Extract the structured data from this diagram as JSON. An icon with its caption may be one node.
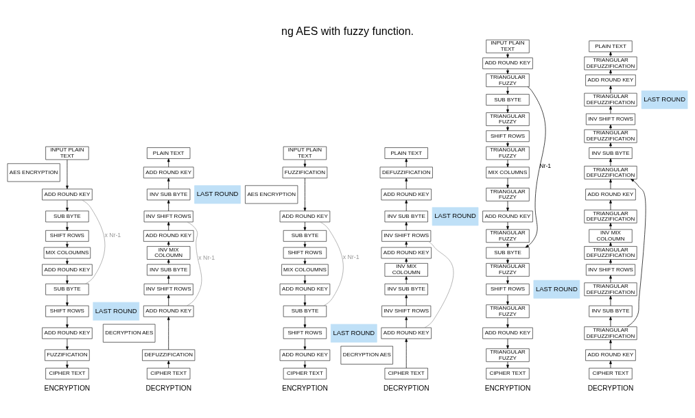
{
  "diagram": {
    "title": "ng AES with fuzzy function.",
    "nodes": [
      {
        "text": [
          "INPUT PLAIN TEXT"
        ]
      },
      {
        "text": [
          "AES ENCRYPTION"
        ]
      },
      {
        "text": [
          "ADD ROUND KEY"
        ]
      },
      {
        "text": [
          "SUB BYTE"
        ]
      },
      {
        "text": [
          "SHIFT ROWS"
        ]
      },
      {
        "text": [
          "MIX COLOUMNS"
        ]
      },
      {
        "text": [
          "ADD ROUND KEY"
        ]
      },
      {
        "text": [
          "SUB BYTE"
        ]
      },
      {
        "text": [
          "SHIFT ROWS"
        ]
      },
      {
        "text": [
          "ADD ROUND KEY"
        ]
      },
      {
        "text": [
          "FUZZIFICATION"
        ]
      },
      {
        "text": [
          "CIPHER TEXT"
        ]
      },
      {
        "text": [
          "LAST ROUND"
        ]
      },
      {
        "text": [
          "PLAIN TEXT"
        ]
      },
      {
        "text": [
          "ADD ROUND KEY"
        ]
      },
      {
        "text": [
          "INV SUB BYTE"
        ]
      },
      {
        "text": [
          "INV SHIFT ROWS"
        ]
      },
      {
        "text": [
          "LAST ROUND"
        ]
      },
      {
        "text": [
          "ADD ROUND KEY"
        ]
      },
      {
        "text": [
          "INV MIX COLOUMN"
        ]
      },
      {
        "text": [
          "INV SUB BYTE"
        ]
      },
      {
        "text": [
          "INV SHIFT ROWS"
        ]
      },
      {
        "text": [
          "ADD ROUND KEY"
        ]
      },
      {
        "text": [
          "DECRYPTION AES"
        ]
      },
      {
        "text": [
          "DEFUZZIFICATION"
        ]
      },
      {
        "text": [
          "CIPHER TEXT"
        ]
      },
      {
        "text": [
          "INPUT PLAIN TEXT"
        ]
      },
      {
        "text": [
          "FUZZIFICATION"
        ]
      },
      {
        "text": [
          "AES ENCRYPTION"
        ]
      },
      {
        "text": [
          "ADD ROUND KEY"
        ]
      },
      {
        "text": [
          "SUB BYTE"
        ]
      },
      {
        "text": [
          "SHIFT ROWS"
        ]
      },
      {
        "text": [
          "MIX COLOUMNS"
        ]
      },
      {
        "text": [
          "ADD ROUND KEY"
        ]
      },
      {
        "text": [
          "SUB BYTE"
        ]
      },
      {
        "text": [
          "LAST ROUND"
        ]
      },
      {
        "text": [
          "SHIFT ROWS"
        ]
      },
      {
        "text": [
          "ADD ROUND KEY"
        ]
      },
      {
        "text": [
          "CIPHER TEXT"
        ]
      },
      {
        "text": [
          "PLAIN TEXT"
        ]
      },
      {
        "text": [
          "DEFUZZIFICATION"
        ]
      },
      {
        "text": [
          "ADD ROUND KEY"
        ]
      },
      {
        "text": [
          "LAST ROUND"
        ]
      },
      {
        "text": [
          "INV SUB BYTE"
        ]
      },
      {
        "text": [
          "INV SHIFT ROWS"
        ]
      },
      {
        "text": [
          "ADD ROUND KEY"
        ]
      },
      {
        "text": [
          "INV MIX COLOUMN"
        ]
      },
      {
        "text": [
          "INV SUB BYTE"
        ]
      },
      {
        "text": [
          "INV SHIFT ROWS"
        ]
      },
      {
        "text": [
          "ADD ROUND KEY"
        ]
      },
      {
        "text": [
          "DECRYPTION AES"
        ]
      },
      {
        "text": [
          "CIPHER TEXT"
        ]
      },
      {
        "text": [
          "INPUT PLAIN TEXT"
        ]
      },
      {
        "text": [
          "ADD ROUND KEY"
        ]
      },
      {
        "text": [
          "TRIANGULAR FUZZY"
        ]
      },
      {
        "text": [
          "SUB BYTE"
        ]
      },
      {
        "text": [
          "TRIANGULAR FUZZY"
        ]
      },
      {
        "text": [
          "SHIFT ROWS"
        ]
      },
      {
        "text": [
          "TRIANGULAR FUZZY"
        ]
      },
      {
        "text": [
          "MIX COLUMNS"
        ]
      },
      {
        "text": [
          "TRIANGULAR FUZZY"
        ]
      },
      {
        "text": [
          "ADD ROUND KEY"
        ]
      },
      {
        "text": [
          "TRIANGULAR FUZZY"
        ]
      },
      {
        "text": [
          "SUB BYTE"
        ]
      },
      {
        "text": [
          "TRIANGULAR FUZZY"
        ]
      },
      {
        "text": [
          "SHIFT ROWS"
        ]
      },
      {
        "text": [
          "LAST ROUND"
        ]
      },
      {
        "text": [
          "TRIANGULAR FUZZY"
        ]
      },
      {
        "text": [
          "ADD ROUND KEY"
        ]
      },
      {
        "text": [
          "TRIANGULAR FUZZY"
        ]
      },
      {
        "text": [
          "CIPHER TEXT"
        ]
      },
      {
        "text": [
          "PLAIN TEXT"
        ]
      },
      {
        "text": [
          "TRIANGULAR DEFUZZIFICATION"
        ]
      },
      {
        "text": [
          "LAST ROUND"
        ]
      },
      {
        "text": [
          "ADD ROUND KEY"
        ]
      },
      {
        "text": [
          "TRIANGULAR DEFUZZIFICATION"
        ]
      },
      {
        "text": [
          "INV SHIFT ROWS"
        ]
      },
      {
        "text": [
          "TRIANGULAR DEFUZZIFICATION"
        ]
      },
      {
        "text": [
          "INV SUB BYTE"
        ]
      },
      {
        "text": [
          "TRIANGULAR DEFUZZIFICATION"
        ]
      },
      {
        "text": [
          "ADD ROUND KEY"
        ]
      },
      {
        "text": [
          "TRIANGULAR DEFUZZIFICATION"
        ]
      },
      {
        "text": [
          "INV MIX COLOUMN"
        ]
      },
      {
        "text": [
          "TRIANGULAR DEFUZZIFICATION"
        ]
      },
      {
        "text": [
          "INV SHIFT ROWS"
        ]
      },
      {
        "text": [
          "TRIANGULAR DEFUZZIFICATION"
        ]
      },
      {
        "text": [
          "INV SUB BYTE"
        ]
      },
      {
        "text": [
          "TRIANGULAR DEFUZZIFICATION"
        ]
      },
      {
        "text": [
          "ADD ROUND KEY"
        ]
      },
      {
        "text": [
          "CIPHER TEXT"
        ]
      }
    ],
    "edges": [
      {
        "from": 0,
        "to": 2,
        "arrow": "to"
      },
      {
        "from": 2,
        "to": 3,
        "arrow": "to"
      },
      {
        "from": 3,
        "to": 4,
        "arrow": "to"
      },
      {
        "from": 4,
        "to": 5,
        "arrow": "to"
      },
      {
        "from": 5,
        "to": 6,
        "arrow": "to"
      },
      {
        "from": 6,
        "to": 7,
        "arrow": "to"
      },
      {
        "from": 7,
        "to": 8,
        "arrow": "to"
      },
      {
        "from": 8,
        "to": 9,
        "arrow": "to"
      },
      {
        "from": 9,
        "to": 10,
        "arrow": "to"
      },
      {
        "from": 10,
        "to": 11,
        "arrow": "to"
      },
      {
        "from": 2,
        "to": 7,
        "arrow": "none",
        "label": "x Nr-1",
        "color": "#999999"
      },
      {
        "from": 25,
        "to": 24,
        "arrow": "to"
      },
      {
        "from": 24,
        "to": 22,
        "arrow": "to"
      },
      {
        "from": 22,
        "to": 21,
        "arrow": "to"
      },
      {
        "from": 21,
        "to": 20,
        "arrow": "to"
      },
      {
        "from": 20,
        "to": 19,
        "arrow": "to"
      },
      {
        "from": 19,
        "to": 18,
        "arrow": "to"
      },
      {
        "from": 18,
        "to": 16,
        "arrow": "to"
      },
      {
        "from": 16,
        "to": 15,
        "arrow": "to"
      },
      {
        "from": 15,
        "to": 14,
        "arrow": "to"
      },
      {
        "from": 14,
        "to": 13,
        "arrow": "to"
      },
      {
        "from": 22,
        "to": 16,
        "arrow": "none",
        "label": "x Nr-1",
        "color": "#999999"
      },
      {
        "from": 26,
        "to": 27,
        "arrow": "to"
      },
      {
        "from": 27,
        "to": 29,
        "arrow": "to"
      },
      {
        "from": 29,
        "to": 30,
        "arrow": "to"
      },
      {
        "from": 30,
        "to": 31,
        "arrow": "to"
      },
      {
        "from": 31,
        "to": 32,
        "arrow": "to"
      },
      {
        "from": 32,
        "to": 33,
        "arrow": "to"
      },
      {
        "from": 33,
        "to": 34,
        "arrow": "to"
      },
      {
        "from": 34,
        "to": 36,
        "arrow": "to"
      },
      {
        "from": 36,
        "to": 37,
        "arrow": "to"
      },
      {
        "from": 37,
        "to": 38,
        "arrow": "to"
      },
      {
        "from": 29,
        "to": 34,
        "arrow": "none",
        "label": "x Nr-1",
        "color": "#999999"
      },
      {
        "from": 51,
        "to": 49,
        "arrow": "to"
      },
      {
        "from": 49,
        "to": 48,
        "arrow": "to"
      },
      {
        "from": 48,
        "to": 47,
        "arrow": "to"
      },
      {
        "from": 47,
        "to": 46,
        "arrow": "to"
      },
      {
        "from": 46,
        "to": 45,
        "arrow": "to"
      },
      {
        "from": 45,
        "to": 44,
        "arrow": "to"
      },
      {
        "from": 44,
        "to": 43,
        "arrow": "to"
      },
      {
        "from": 43,
        "to": 41,
        "arrow": "to"
      },
      {
        "from": 41,
        "to": 40,
        "arrow": "to"
      },
      {
        "from": 40,
        "to": 39,
        "arrow": "to"
      },
      {
        "from": 49,
        "to": 44,
        "arrow": "none",
        "color": "#999999"
      },
      {
        "from": 52,
        "to": 53,
        "arrow": "to"
      },
      {
        "from": 53,
        "to": 54,
        "arrow": "to"
      },
      {
        "from": 54,
        "to": 55,
        "arrow": "to"
      },
      {
        "from": 55,
        "to": 56,
        "arrow": "to"
      },
      {
        "from": 56,
        "to": 57,
        "arrow": "to"
      },
      {
        "from": 57,
        "to": 58,
        "arrow": "to"
      },
      {
        "from": 58,
        "to": 59,
        "arrow": "to"
      },
      {
        "from": 59,
        "to": 60,
        "arrow": "to"
      },
      {
        "from": 60,
        "to": 61,
        "arrow": "to"
      },
      {
        "from": 61,
        "to": 62,
        "arrow": "to"
      },
      {
        "from": 62,
        "to": 63,
        "arrow": "to"
      },
      {
        "from": 63,
        "to": 64,
        "arrow": "to"
      },
      {
        "from": 64,
        "to": 65,
        "arrow": "to"
      },
      {
        "from": 65,
        "to": 67,
        "arrow": "to"
      },
      {
        "from": 67,
        "to": 68,
        "arrow": "to"
      },
      {
        "from": 68,
        "to": 69,
        "arrow": "to"
      },
      {
        "from": 69,
        "to": 70,
        "arrow": "to"
      },
      {
        "from": 54,
        "to": 63,
        "arrow": "to",
        "label": "Nr-1"
      },
      {
        "from": 89,
        "to": 88,
        "arrow": "to"
      },
      {
        "from": 88,
        "to": 87,
        "arrow": "to"
      },
      {
        "from": 87,
        "to": 86,
        "arrow": "to"
      },
      {
        "from": 86,
        "to": 85,
        "arrow": "to"
      },
      {
        "from": 85,
        "to": 84,
        "arrow": "to"
      },
      {
        "from": 84,
        "to": 83,
        "arrow": "to"
      },
      {
        "from": 83,
        "to": 82,
        "arrow": "to"
      },
      {
        "from": 82,
        "to": 81,
        "arrow": "to"
      },
      {
        "from": 81,
        "to": 80,
        "arrow": "to"
      },
      {
        "from": 80,
        "to": 79,
        "arrow": "to"
      },
      {
        "from": 79,
        "to": 78,
        "arrow": "to"
      },
      {
        "from": 78,
        "to": 77,
        "arrow": "to"
      },
      {
        "from": 77,
        "to": 76,
        "arrow": "to"
      },
      {
        "from": 76,
        "to": 75,
        "arrow": "to"
      },
      {
        "from": 75,
        "to": 74,
        "arrow": "to"
      },
      {
        "from": 74,
        "to": 72,
        "arrow": "to"
      },
      {
        "from": 72,
        "to": 71,
        "arrow": "to"
      },
      {
        "from": 87,
        "to": 79,
        "arrow": "to"
      }
    ],
    "labels": [
      "ENCRYPTION",
      "DECRYPTION",
      "ENCRYPTION",
      "DECRYPTION",
      "ENCRYPTION",
      "DECRYPTION"
    ]
  }
}
